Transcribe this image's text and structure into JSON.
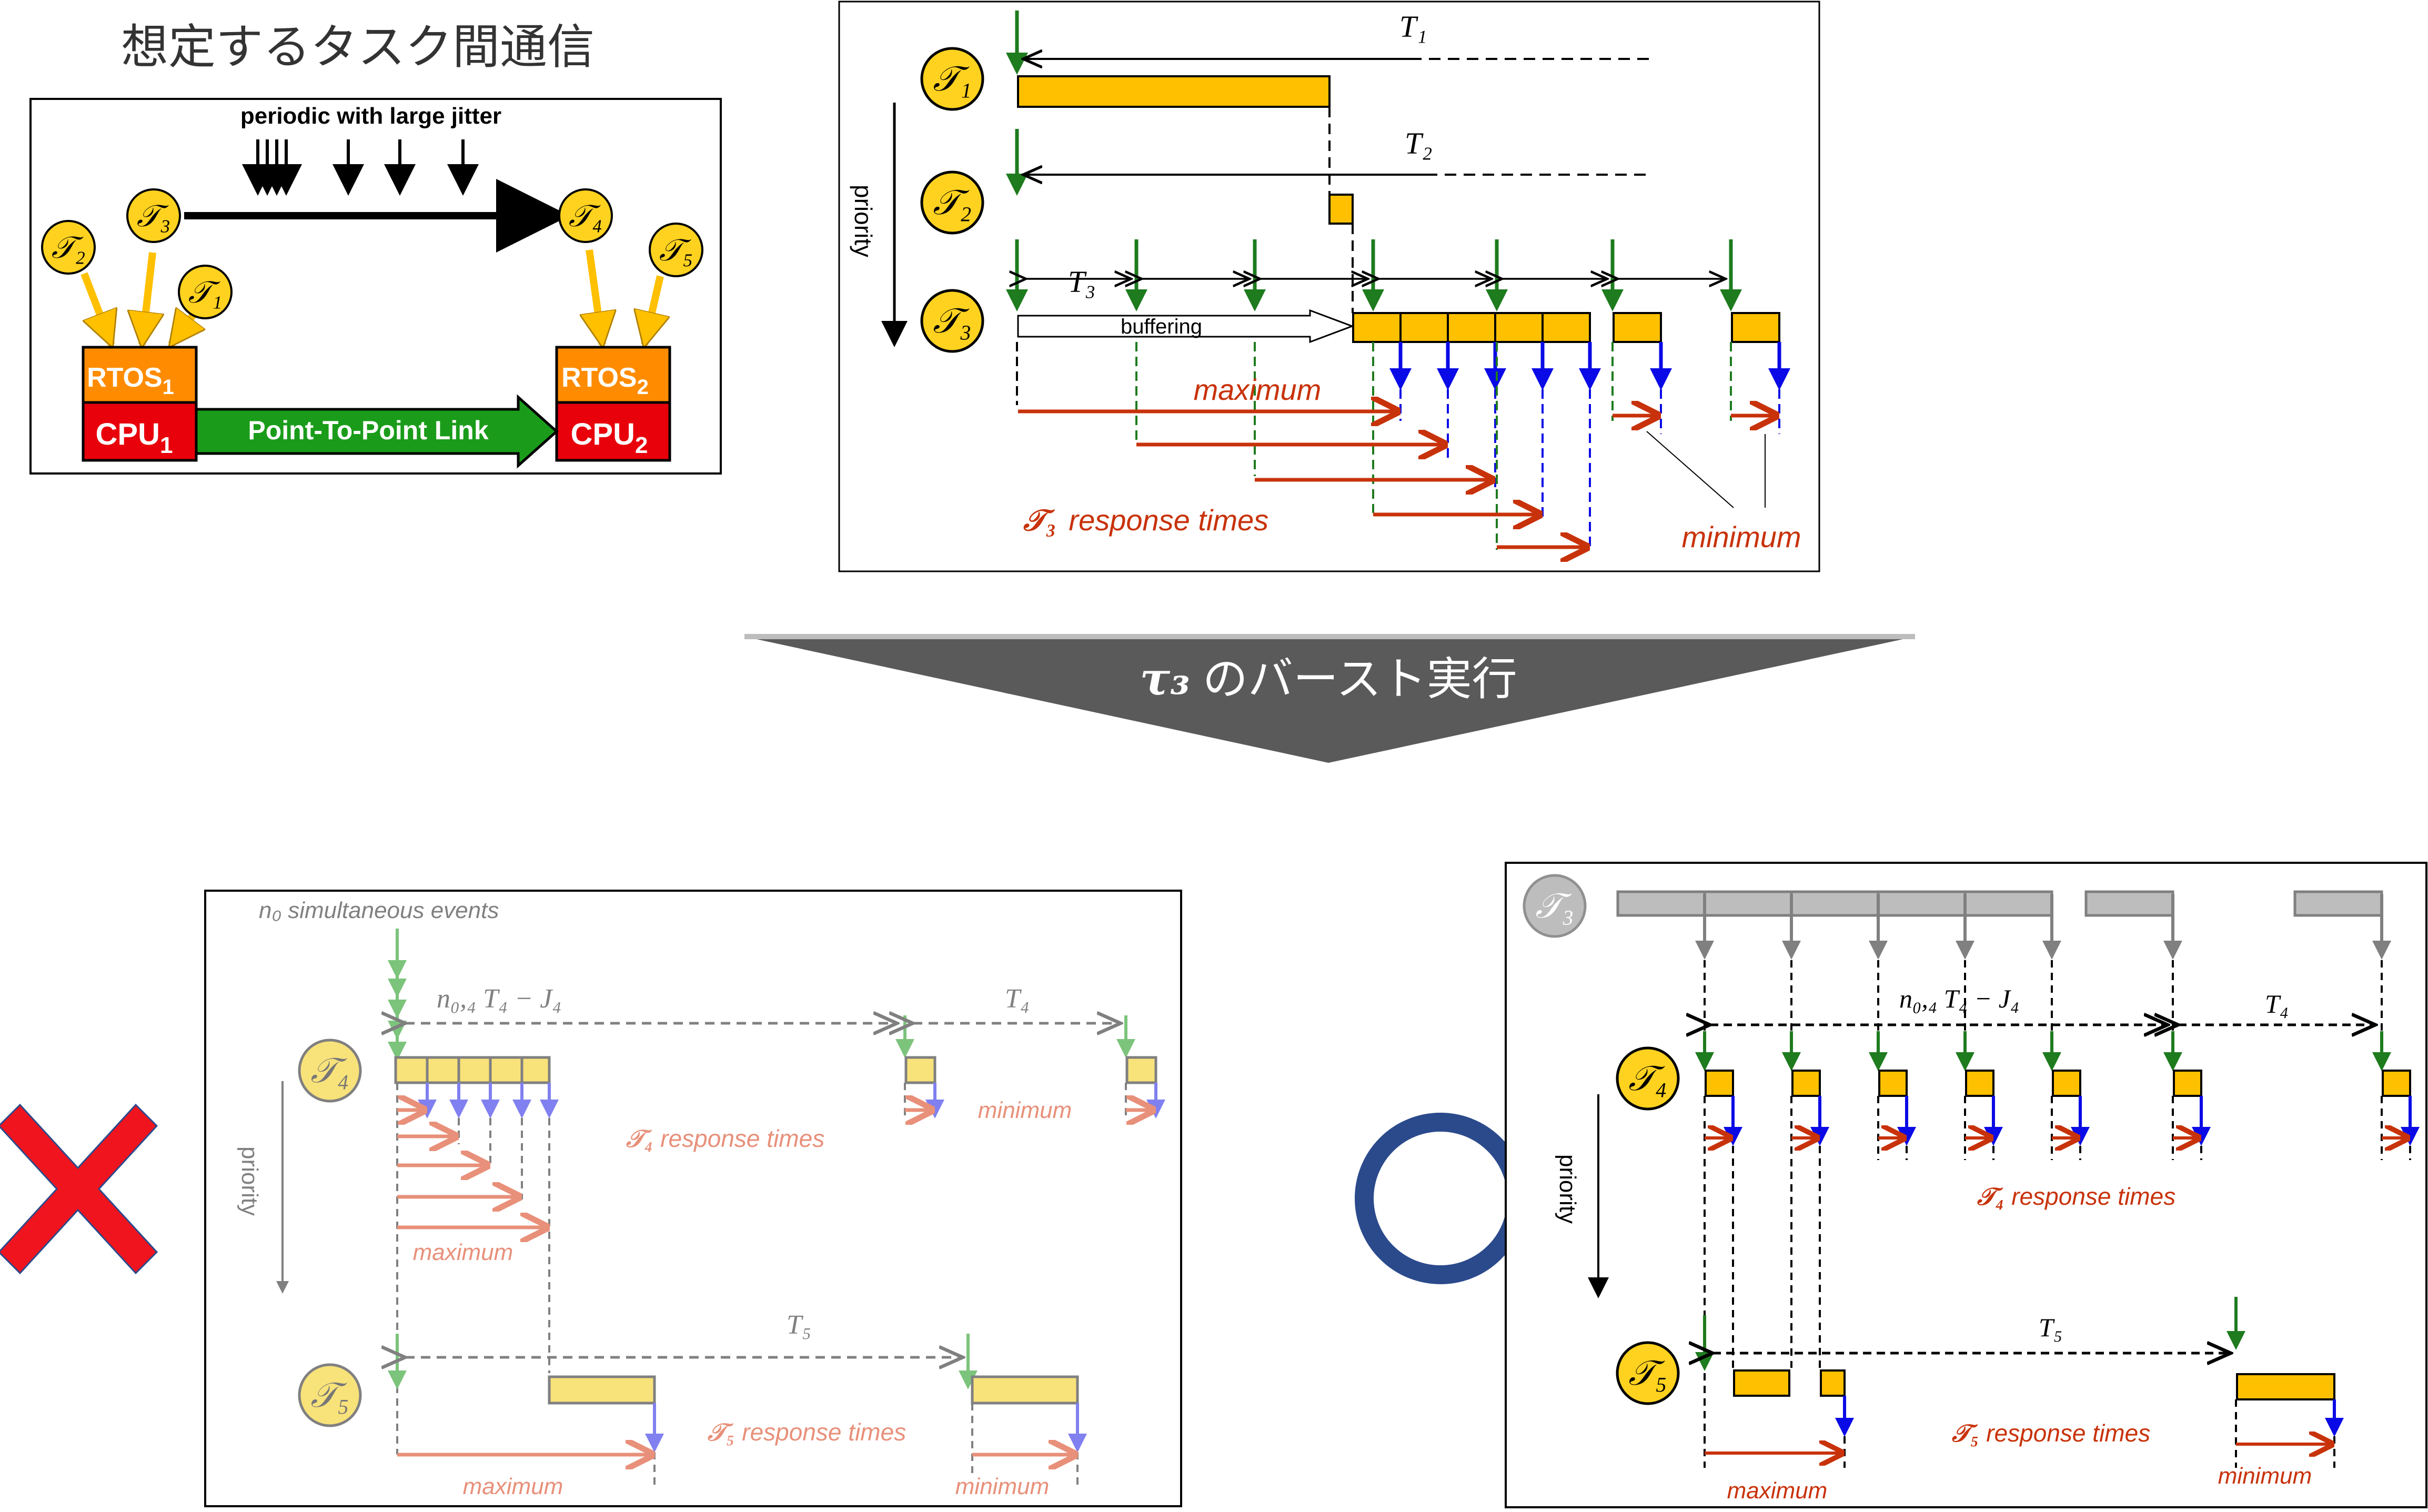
{
  "title_top_left": "想定するタスク間通信",
  "arrow_banner": {
    "tau": "τ₃",
    "text": "のバースト実行"
  },
  "colors": {
    "task_fill": "#FFD21F",
    "exec_fill": "#FFC000",
    "rtos": "#FF8C00",
    "cpu": "#E8000B",
    "link": "#1A9C1A",
    "event": "#1E7B1E",
    "output": "#0A0AE6",
    "response": "#C8320A",
    "banner": "#5A5A5A",
    "cross": "#F0141E",
    "circle": "#2B4A8C",
    "faded_task": "#F8E27A",
    "gray": "#9A9A9A"
  },
  "system": {
    "jitter_label": "periodic with large jitter",
    "rtos1": "RTOS",
    "rtos1_sub": "1",
    "rtos2": "RTOS",
    "rtos2_sub": "2",
    "cpu1": "CPU",
    "cpu1_sub": "1",
    "cpu2": "CPU",
    "cpu2_sub": "2",
    "link_label": "Point-To-Point Link",
    "tasks": [
      "𝒯₂",
      "𝒯₃",
      "𝒯₁",
      "𝒯₄",
      "𝒯₅"
    ]
  },
  "schedule_top": {
    "t1_label": "T₁",
    "t2_label": "T₂",
    "t3_label": "T₃",
    "tasks": [
      "𝒯₁",
      "𝒯₂",
      "𝒯₃"
    ],
    "priority": "priority",
    "buffering": "buffering",
    "maximum": "maximum",
    "minimum": "minimum",
    "response_task": "𝒯₃",
    "response_label": "response times"
  },
  "bad_case": {
    "events_label": "n₀ simultaneous events",
    "t4_gap_label": "n₀,₄ T₄ − J₄",
    "t4_label": "T₄",
    "t5_label": "T₅",
    "tasks": [
      "𝒯₄",
      "𝒯₅"
    ],
    "priority": "priority",
    "minimum_4": "minimum",
    "maximum_4": "maximum",
    "response_4_task": "𝒯₄",
    "response_label": "response times",
    "response_5_task": "𝒯₅",
    "maximum_5": "maximum",
    "minimum_5": "minimum"
  },
  "good_case": {
    "top_task": "𝒯₃",
    "t4_gap_label": "n₀,₄ T₄ − J₄",
    "t4_label": "T₄",
    "t5_label": "T₅",
    "tasks": [
      "𝒯₄",
      "𝒯₅"
    ],
    "priority": "priority",
    "response_4_task": "𝒯₄",
    "response_label": "response times",
    "response_5_task": "𝒯₅",
    "maximum_5": "maximum",
    "minimum_5": "minimum"
  }
}
